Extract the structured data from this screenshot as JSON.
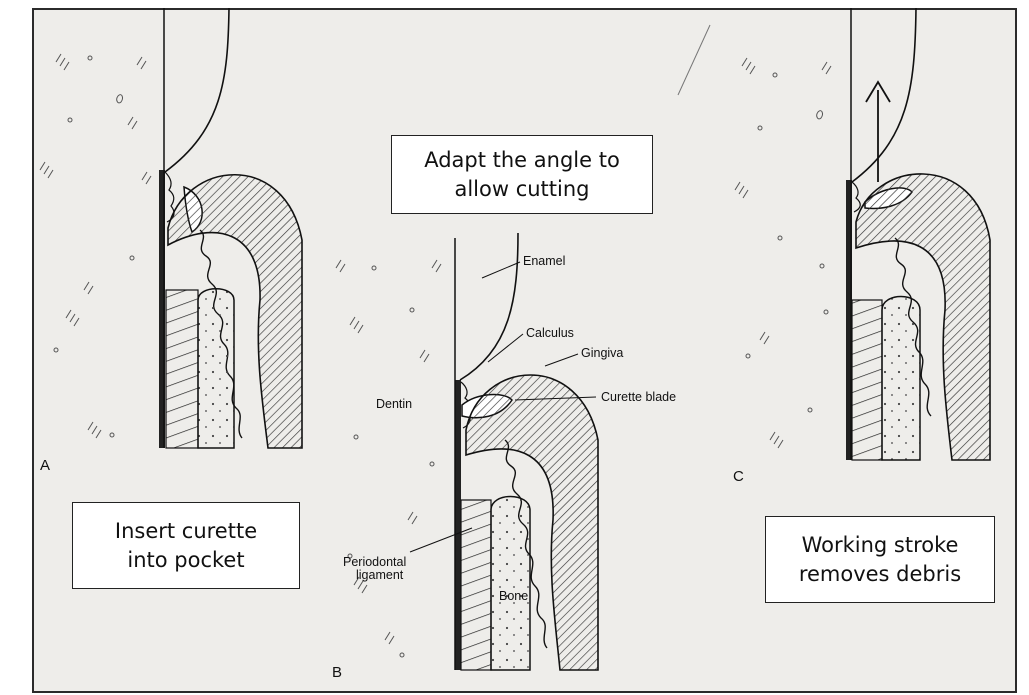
{
  "figure": {
    "callouts": {
      "adapt": {
        "line1": "Adapt the angle to",
        "line2": "allow cutting"
      },
      "insert": {
        "line1": "Insert curette",
        "line2": "into pocket"
      },
      "working": {
        "line1": "Working stroke",
        "line2": "removes debris"
      }
    },
    "panels": {
      "a": "A",
      "b": "B",
      "c": "C"
    },
    "labels": {
      "enamel": "Enamel",
      "calculus": "Calculus",
      "gingiva": "Gingiva",
      "curette_blade": "Curette blade",
      "dentin": "Dentin",
      "periodontal_ligament_line1": "Periodontal",
      "periodontal_ligament_line2": "ligament",
      "bone": "Bone"
    }
  }
}
